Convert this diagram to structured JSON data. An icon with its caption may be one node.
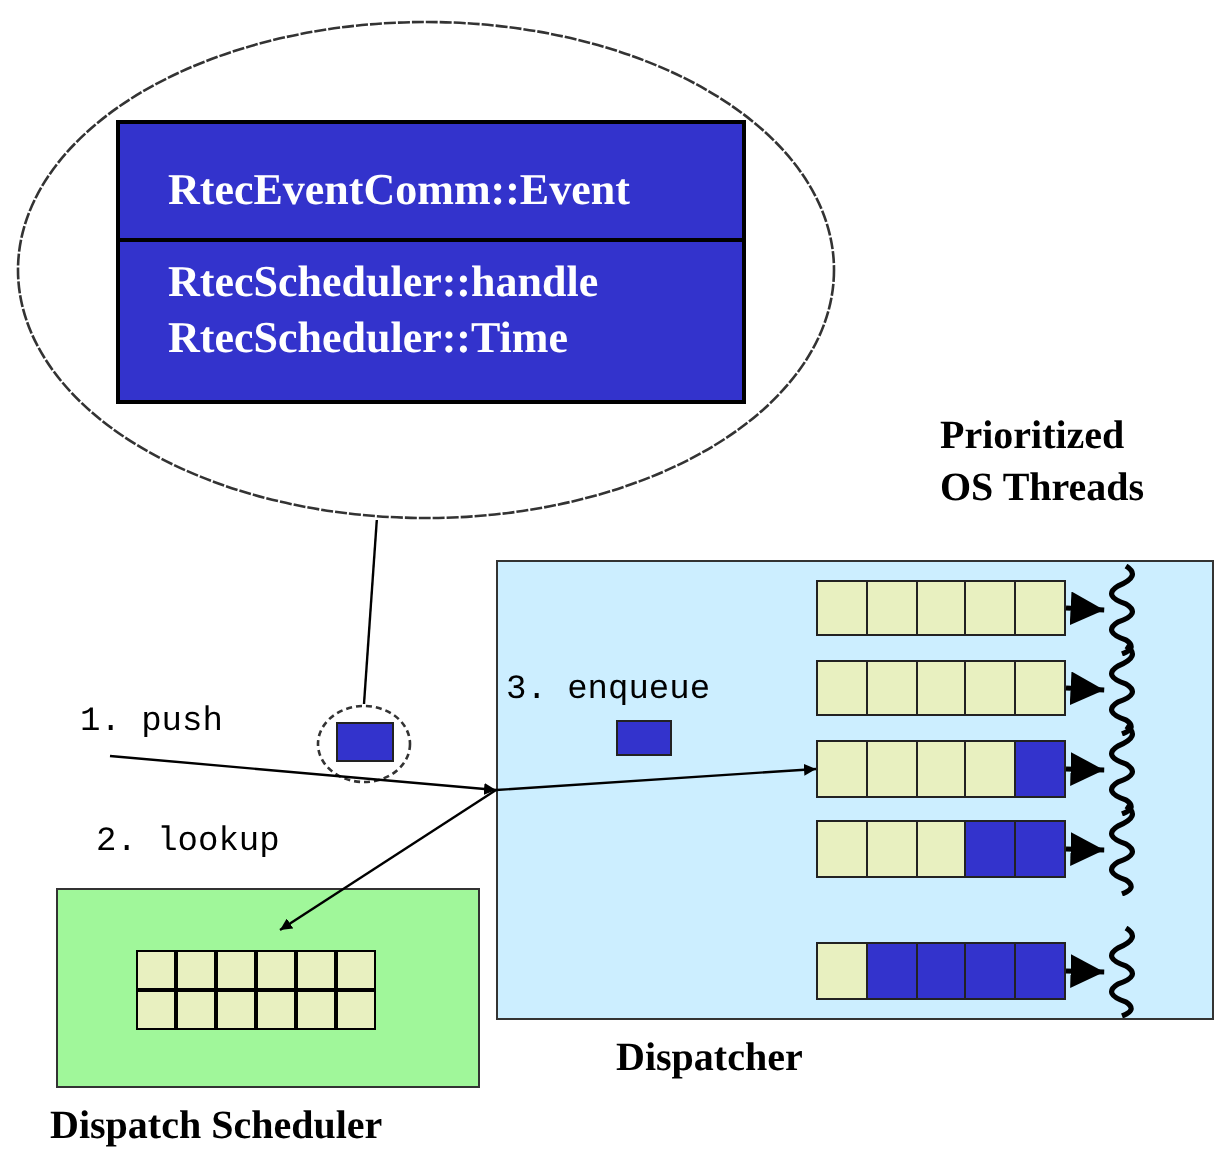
{
  "diagram": {
    "nodes": [
      {
        "text": [],
        "shape": "ellipse"
      },
      {
        "text": [
          "RtecEventComm::Event",
          "RtecScheduler::handle RtecScheduler::Time"
        ],
        "in": 0
      },
      {
        "text": [],
        "shape": "ellipse"
      },
      {
        "text": [],
        "shape": "box",
        "in": 2
      },
      {
        "text": [
          "Dispatcher"
        ]
      },
      {
        "text": [],
        "shape": "box",
        "in": 4
      },
      {
        "text": [],
        "shape": "bar",
        "in": 4
      },
      {
        "text": [],
        "shape": "bar",
        "in": 4
      },
      {
        "text": [],
        "shape": "bar",
        "in": 4
      },
      {
        "text": [],
        "shape": "bar",
        "in": 4
      },
      {
        "text": [],
        "shape": "bar",
        "in": 4
      },
      {
        "text": [],
        "shape": "wave",
        "in": 4
      },
      {
        "text": [],
        "shape": "wave",
        "in": 4
      },
      {
        "text": [],
        "shape": "wave",
        "in": 4
      },
      {
        "text": [],
        "shape": "wave",
        "in": 4
      },
      {
        "text": [],
        "shape": "wave",
        "in": 4
      },
      {
        "text": [
          "Dispatch Scheduler"
        ]
      },
      {
        "text": [],
        "shape": "table",
        "in": 16
      }
    ],
    "edges": [
      {
        "from": 0,
        "to": 2,
        "arrow": "none"
      },
      {
        "from": null,
        "to": 4,
        "arrow": "to",
        "label": "1. push"
      },
      {
        "from": 4,
        "to": 17,
        "arrow": "to",
        "label": "2. lookup"
      },
      {
        "from": 4,
        "to": 8,
        "arrow": "to",
        "label": "3. enqueue"
      },
      {
        "from": 6,
        "to": 11,
        "arrow": "to"
      },
      {
        "from": 7,
        "to": 12,
        "arrow": "to"
      },
      {
        "from": 8,
        "to": 13,
        "arrow": "to"
      },
      {
        "from": 9,
        "to": 14,
        "arrow": "to"
      },
      {
        "from": 10,
        "to": 15,
        "arrow": "to"
      }
    ],
    "labels": [
      "Prioritized OS Threads"
    ]
  }
}
